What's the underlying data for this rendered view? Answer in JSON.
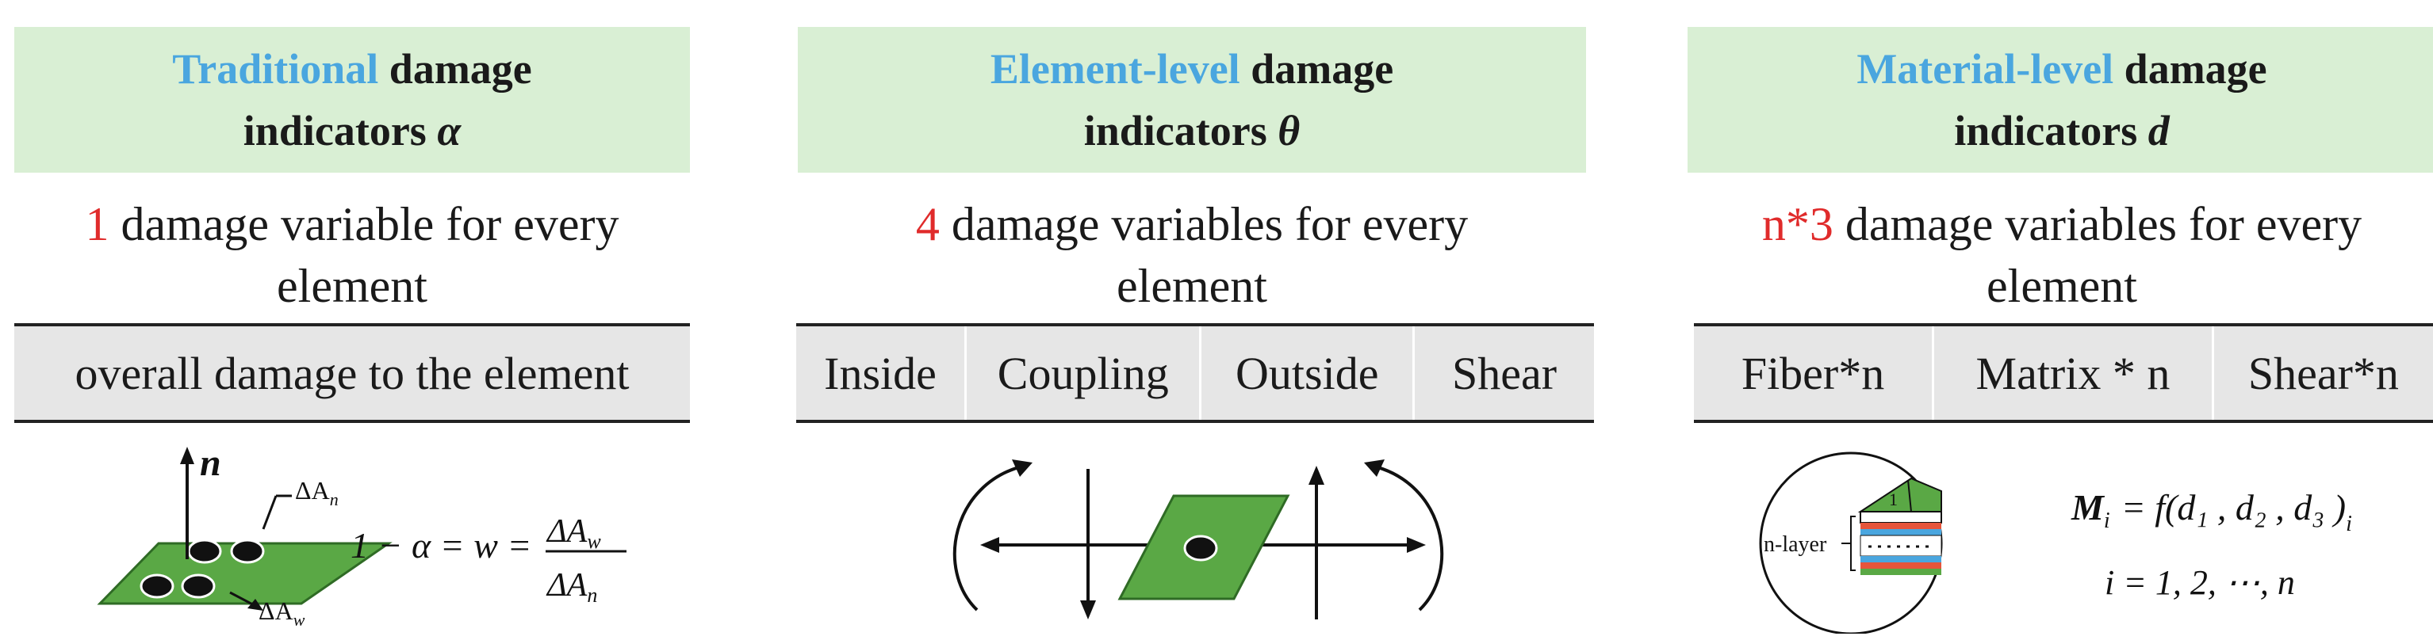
{
  "panels": [
    {
      "header_highlight": "Traditional",
      "header_rest": " damage",
      "header_line2": "indicators ",
      "header_symbol": "α",
      "count": "1",
      "desc_rest": " damage variable for every",
      "desc_line2": "element",
      "columns": [
        "overall damage to the element"
      ]
    },
    {
      "header_highlight": "Element-level",
      "header_rest": " damage",
      "header_line2": "indicators ",
      "header_symbol": "θ",
      "count": "4",
      "desc_rest": " damage variables for every",
      "desc_line2": "element",
      "columns": [
        "Inside",
        "Coupling",
        "Outside",
        "Shear"
      ]
    },
    {
      "header_highlight": "Material-level",
      "header_rest": " damage",
      "header_line2": "indicators ",
      "header_symbol": "d",
      "count": "n*3",
      "desc_rest": " damage variables for every",
      "desc_line2": "element",
      "columns": [
        "Fiber*n",
        "Matrix * n",
        "Shear*n"
      ]
    }
  ],
  "figure1": {
    "normal_label": "n",
    "delta_an": "ΔA",
    "delta_an_sub": "n",
    "delta_aw": "ΔA",
    "delta_aw_sub": "w",
    "eq_left": "1 − α = w =",
    "frac_num": "ΔA",
    "frac_num_sub": "w",
    "frac_den": "ΔA",
    "frac_den_sub": "n"
  },
  "figure3": {
    "layer_label": "n-layer",
    "layer_index": "1",
    "eq1_lhs": "M",
    "eq1_lhs_sub": "i",
    "eq1_rhs": "= f(d₁ , d₂ , d₃ )",
    "eq1_rhs_sub": "i",
    "eq2": "i = 1, 2, ⋯, n"
  },
  "colors": {
    "header_bg": "#d9efd4",
    "highlight": "#4aa6df",
    "count": "#e02b2b",
    "element_green": "#5aa845",
    "table_bg": "#e6e6e6"
  }
}
